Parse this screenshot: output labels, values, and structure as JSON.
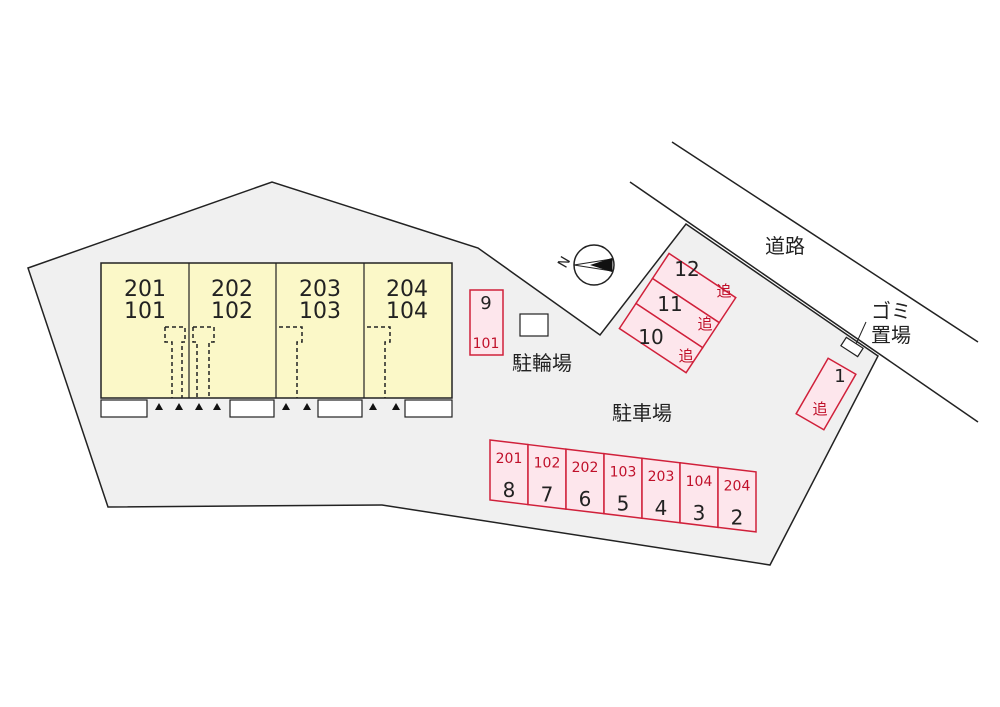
{
  "colors": {
    "lot_fill": "#f0f0f0",
    "building_fill": "#fbf8c8",
    "parking_stroke": "#d0203a",
    "parking_fill": "#fde6ec",
    "text_red": "#c0102a",
    "line": "#222222"
  },
  "units": [
    {
      "upper": "201",
      "lower": "101"
    },
    {
      "upper": "202",
      "lower": "102"
    },
    {
      "upper": "203",
      "lower": "103"
    },
    {
      "upper": "204",
      "lower": "104"
    }
  ],
  "labels": {
    "road": "道路",
    "garbage_line1": "ゴミ",
    "garbage_line2": "置場",
    "bicycle_parking": "駐輪場",
    "car_parking": "駐車場",
    "north": "N"
  },
  "parking_row": [
    {
      "room": "201",
      "number": "8"
    },
    {
      "room": "102",
      "number": "7"
    },
    {
      "room": "202",
      "number": "6"
    },
    {
      "room": "103",
      "number": "5"
    },
    {
      "room": "203",
      "number": "4"
    },
    {
      "room": "104",
      "number": "3"
    },
    {
      "room": "204",
      "number": "2"
    }
  ],
  "parking_single": {
    "number": "9",
    "room": "101"
  },
  "parking_diagonal": [
    {
      "number": "12",
      "tag": "追"
    },
    {
      "number": "11",
      "tag": "追"
    },
    {
      "number": "10",
      "tag": "追"
    }
  ],
  "parking_garbage_side": {
    "number": "1",
    "tag": "追"
  }
}
